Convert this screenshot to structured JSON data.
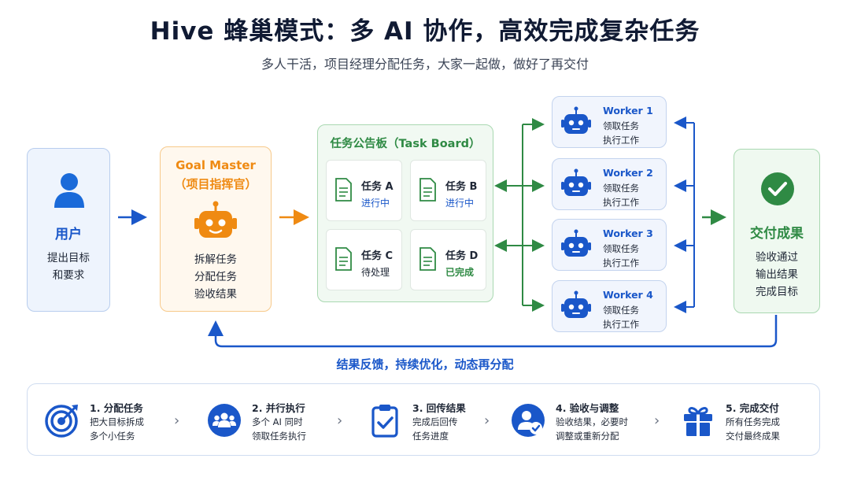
{
  "title": "Hive 蜂巢模式：多 AI 协作，高效完成复杂任务",
  "subtitle": "多人干活，项目经理分配任务，大家一起做，做好了再交付",
  "user": {
    "title": "用户",
    "line1": "提出目标",
    "line2": "和要求",
    "icon": "user-icon"
  },
  "goal_master": {
    "title": "Goal Master",
    "subtitle": "（项目指挥官）",
    "icon": "robot-icon",
    "tasks": [
      "拆解任务",
      "分配任务",
      "验收结果"
    ]
  },
  "task_board": {
    "title": "任务公告板（Task Board）",
    "tasks": [
      {
        "name": "任务 A",
        "status": "进行中",
        "status_color": "#1a57c9"
      },
      {
        "name": "任务 B",
        "status": "进行中",
        "status_color": "#1a57c9"
      },
      {
        "name": "任务 C",
        "status": "待处理",
        "status_color": "#1f2736"
      },
      {
        "name": "任务 D",
        "status": "已完成",
        "status_color": "#2f8a44"
      }
    ]
  },
  "workers": [
    {
      "name": "Worker 1",
      "line1": "领取任务",
      "line2": "执行工作"
    },
    {
      "name": "Worker 2",
      "line1": "领取任务",
      "line2": "执行工作"
    },
    {
      "name": "Worker 3",
      "line1": "领取任务",
      "line2": "执行工作"
    },
    {
      "name": "Worker 4",
      "line1": "领取任务",
      "line2": "执行工作"
    }
  ],
  "deliverable": {
    "title": "交付成果",
    "lines": [
      "验收通过",
      "输出结果",
      "完成目标"
    ],
    "icon": "check-circle-icon"
  },
  "feedback": "结果反馈，持续优化，动态再分配",
  "steps": [
    {
      "title": "1. 分配任务",
      "line1": "把大目标拆成",
      "line2": "多个小任务",
      "icon": "target-icon"
    },
    {
      "title": "2. 并行执行",
      "line1": "多个 AI 同时",
      "line2": "领取任务执行",
      "icon": "team-icon"
    },
    {
      "title": "3. 回传结果",
      "line1": "完成后回传",
      "line2": "任务进度",
      "icon": "clipboard-check-icon"
    },
    {
      "title": "4. 验收与调整",
      "line1": "验收结果，必要时",
      "line2": "调整或重新分配",
      "icon": "user-check-icon"
    },
    {
      "title": "5. 完成交付",
      "line1": "所有任务完成",
      "line2": "交付最终成果",
      "icon": "gift-icon"
    }
  ],
  "colors": {
    "blue": "#1a57c9",
    "orange": "#ef8a12",
    "green": "#2f8a44"
  }
}
